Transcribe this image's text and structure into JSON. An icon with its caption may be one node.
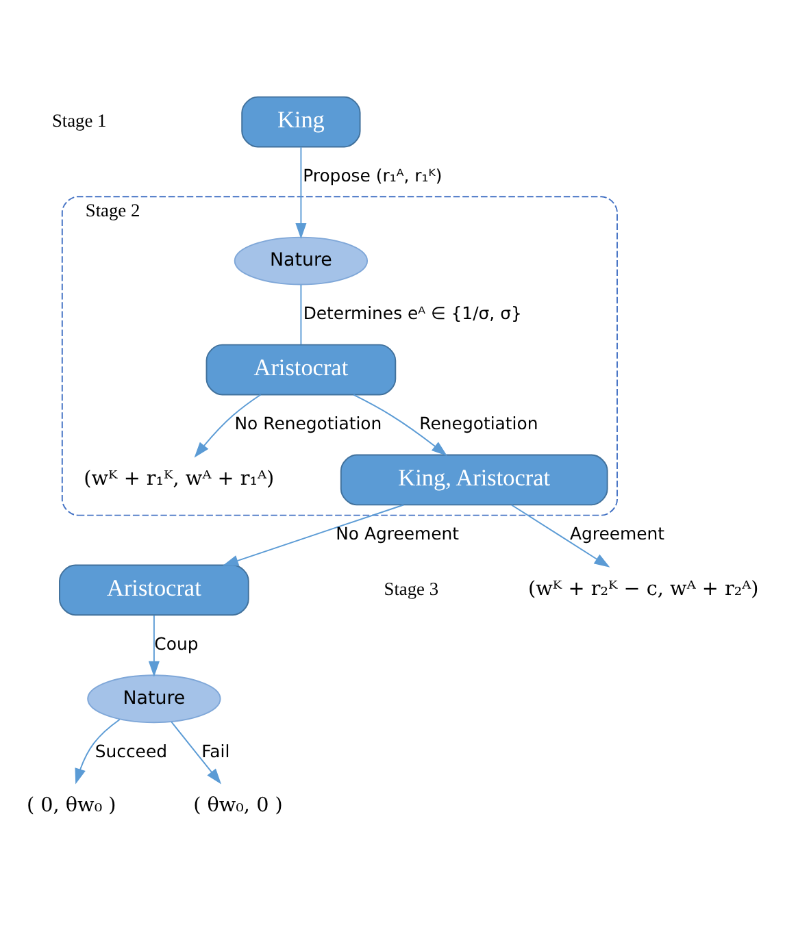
{
  "diagram": {
    "nodes": [
      {
        "text": [
          "King"
        ]
      },
      {
        "text": [
          "Stage 2"
        ]
      },
      {
        "text": [
          "Nature"
        ],
        "in": 1
      },
      {
        "text": [
          "Aristocrat"
        ],
        "in": 1
      },
      {
        "text": [
          "(wᴷ + r₁ᴷ, wᴬ + r₁ᴬ)"
        ],
        "in": 1
      },
      {
        "text": [
          "King, Aristocrat"
        ],
        "in": 1
      },
      {
        "text": [
          "Aristocrat"
        ]
      },
      {
        "text": [
          "(wᴷ + r₂ᴷ − c, wᴬ + r₂ᴬ)"
        ]
      },
      {
        "text": [
          "Nature"
        ]
      },
      {
        "text": [
          "( 0, θw₀ )"
        ]
      },
      {
        "text": [
          "( θw₀, 0 )"
        ]
      }
    ],
    "edges": [
      {
        "from": 0,
        "to": 2,
        "arrow": "to",
        "label": "Propose (r₁ᴬ, r₁ᴷ)"
      },
      {
        "from": 2,
        "to": 3,
        "arrow": "none",
        "label": "Determines eᴬ ∈ {1/σ, σ}"
      },
      {
        "from": 3,
        "to": 4,
        "arrow": "to",
        "label": "No Renegotiation"
      },
      {
        "from": 3,
        "to": 5,
        "arrow": "to",
        "label": "Renegotiation"
      },
      {
        "from": 5,
        "to": 6,
        "arrow": "to",
        "label": "No Agreement"
      },
      {
        "from": 5,
        "to": 7,
        "arrow": "to",
        "label": "Agreement"
      },
      {
        "from": 6,
        "to": 8,
        "arrow": "to",
        "label": "Coup"
      },
      {
        "from": 8,
        "to": 9,
        "arrow": "to",
        "label": "Succeed"
      },
      {
        "from": 8,
        "to": 10,
        "arrow": "to",
        "label": "Fail"
      }
    ],
    "labels": [
      "Stage 1",
      "Stage 3"
    ]
  }
}
